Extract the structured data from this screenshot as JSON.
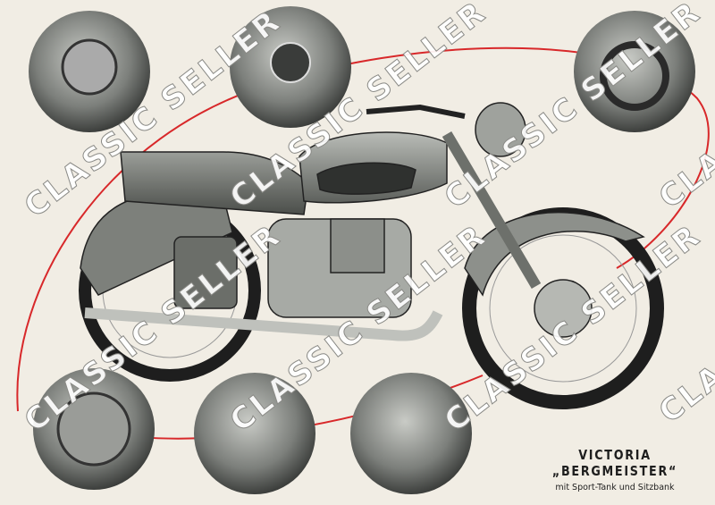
{
  "caption": {
    "title": "VICTORIA „BERGMEISTER“",
    "subtitle": "mit Sport-Tank und Sitzbank"
  },
  "watermark": {
    "text": "CLASSIC SELLER"
  },
  "colors": {
    "paper": "#f1ede4",
    "red_line": "#d8282a",
    "metal": "#8a8c88"
  }
}
